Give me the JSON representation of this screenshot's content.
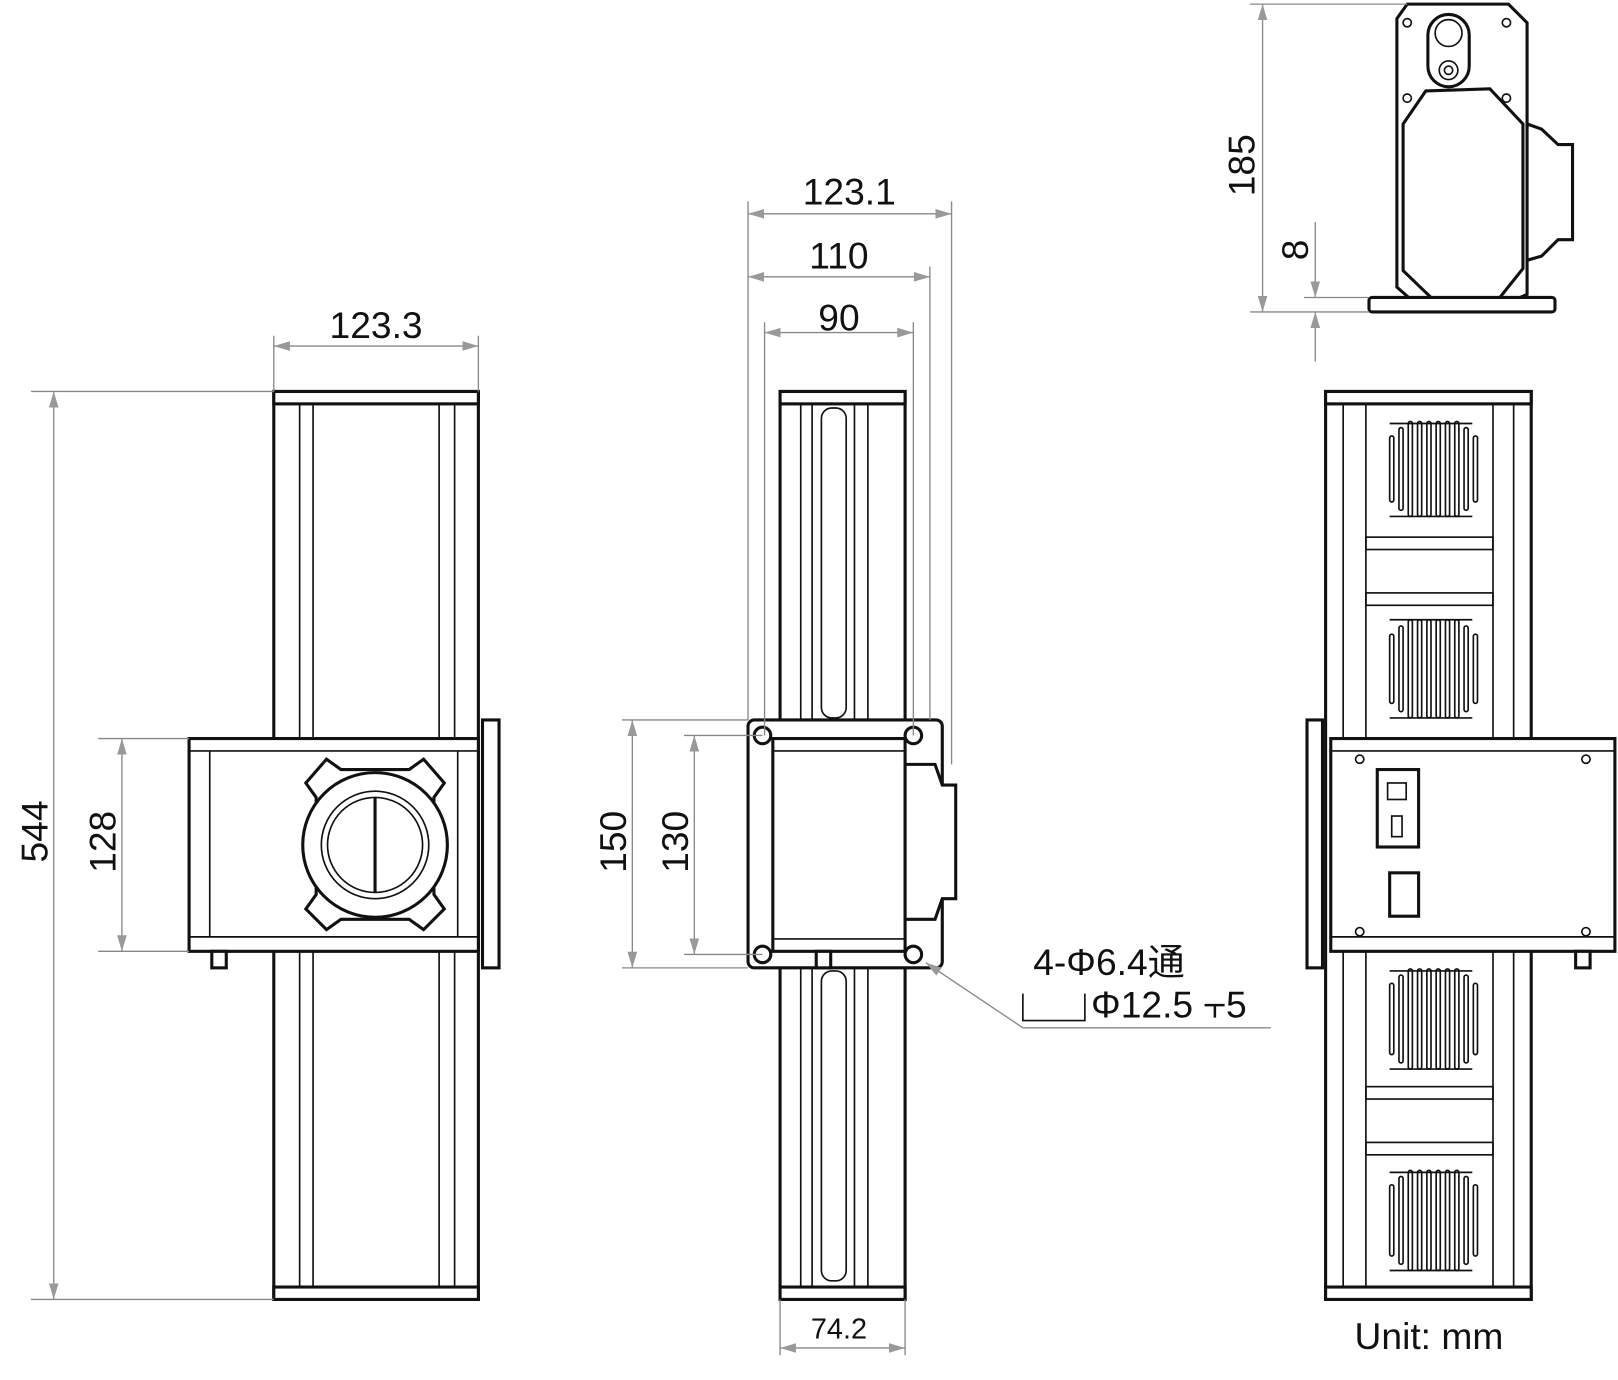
{
  "views": {
    "front": {
      "width": "123.3",
      "height": "544",
      "box_height": "128"
    },
    "side": {
      "width_total": "123.1",
      "width_flange": "110",
      "hole_spacing_h": "90",
      "profile_width": "74.2",
      "flange_height": "150",
      "hole_spacing_v": "130"
    },
    "top": {
      "height": "185",
      "base_thickness": "8"
    },
    "back": {}
  },
  "callout": {
    "line1": "4-Φ6.4通",
    "line2": "Φ12.5 ⫟5"
  },
  "unit_label": "Unit: mm",
  "colors": {
    "line": "#111111",
    "dimension": "#888888"
  }
}
